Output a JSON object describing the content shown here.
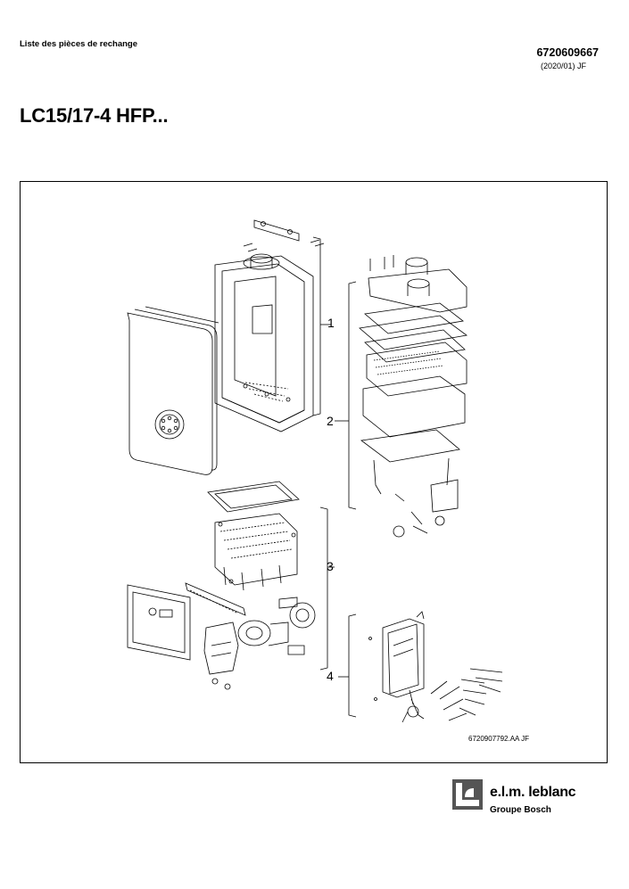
{
  "header": {
    "doc_type": "Liste des pièces de rechange",
    "reference": "6720609667",
    "revision": "(2020/01) JF"
  },
  "title": "LC15/17-4 HFP...",
  "figure": {
    "label": "6720907792.AA   JF",
    "callouts": [
      "1",
      "2",
      "3",
      "4"
    ]
  },
  "brand": {
    "name": "e.l.m. leblanc",
    "group": "Groupe Bosch"
  }
}
